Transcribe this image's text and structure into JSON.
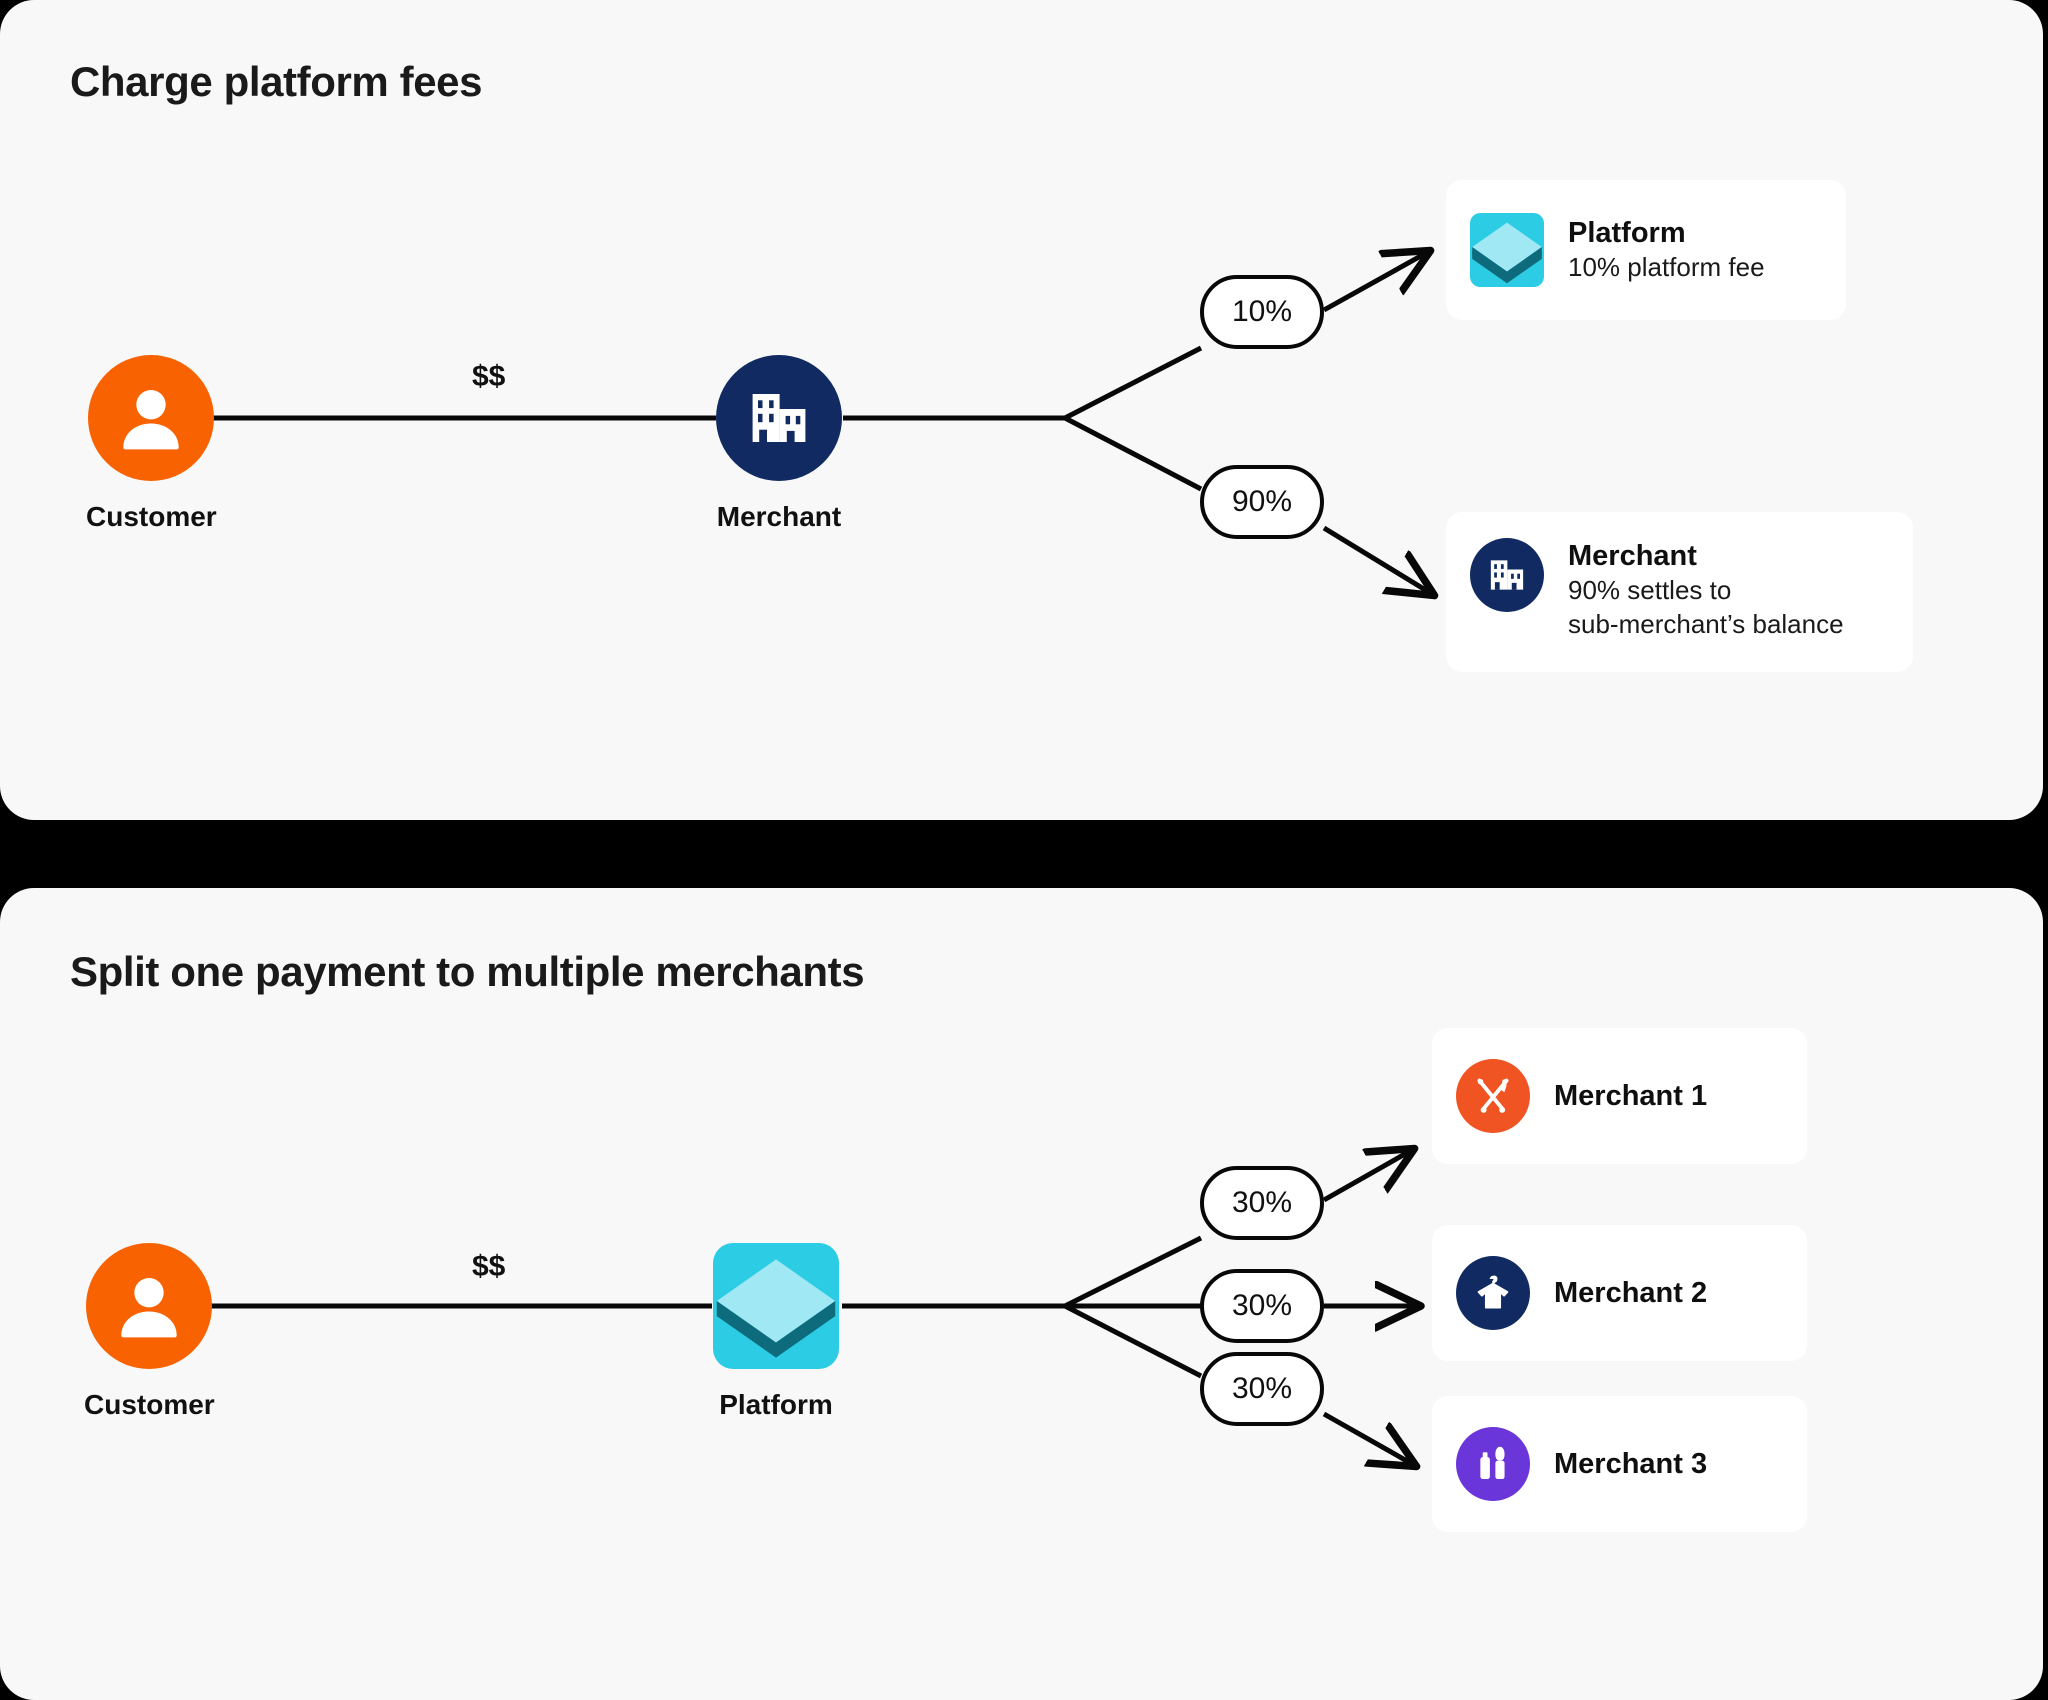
{
  "theme": {
    "page_background": "#000000",
    "panel_background": "#f8f8f8",
    "card_background": "#ffffff",
    "accent_orange": "#f96200",
    "accent_navy": "#112b62",
    "accent_cyan": "#2ccce4",
    "accent_purple": "#6a35d9",
    "line_color": "#080808"
  },
  "panels": [
    {
      "id": "charge-platform-fees",
      "title": "Charge platform fees",
      "flow_label": "$$",
      "nodes": [
        {
          "name": "Customer",
          "icon": "person-icon"
        },
        {
          "name": "Merchant",
          "icon": "building-icon"
        }
      ],
      "branches": [
        {
          "pill": "10%",
          "target": "platform"
        },
        {
          "pill": "90%",
          "target": "merchant"
        }
      ],
      "cards": [
        {
          "title": "Platform",
          "icon": "platform-logo-icon",
          "subtitle_lines": [
            "10% platform fee"
          ]
        },
        {
          "title": "Merchant",
          "icon": "building-icon",
          "subtitle_lines": [
            "90% settles to",
            "sub-merchant’s balance"
          ]
        }
      ]
    },
    {
      "id": "split-one-payment",
      "title": "Split one payment to multiple merchants",
      "flow_label": "$$",
      "nodes": [
        {
          "name": "Customer",
          "icon": "person-icon"
        },
        {
          "name": "Platform",
          "icon": "platform-logo-icon"
        }
      ],
      "branches": [
        {
          "pill": "30%",
          "target": "merchant-1"
        },
        {
          "pill": "30%",
          "target": "merchant-2"
        },
        {
          "pill": "30%",
          "target": "merchant-3"
        }
      ],
      "cards": [
        {
          "title": "Merchant 1",
          "icon": "restaurant-cutlery-icon",
          "subtitle_lines": []
        },
        {
          "title": "Merchant 2",
          "icon": "apparel-shirt-hanger-icon",
          "subtitle_lines": []
        },
        {
          "title": "Merchant 3",
          "icon": "cosmetics-icon",
          "subtitle_lines": []
        }
      ]
    }
  ]
}
